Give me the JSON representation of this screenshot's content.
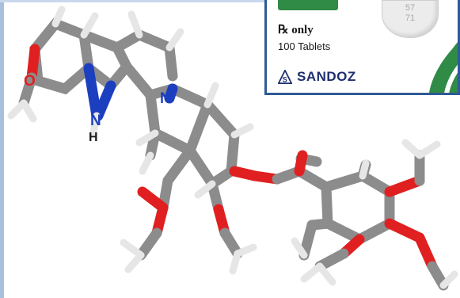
{
  "inset": {
    "rx_label": "℞ only",
    "count_label": "100 Tablets",
    "brand_name": "SANDOZ",
    "tablet_top": "57",
    "tablet_bottom": "71"
  },
  "atoms": {
    "oxygen": "O",
    "nitrogen_indole": "N",
    "hydrogen_indole": "H",
    "nitrogen_ring": "N"
  },
  "colors": {
    "carbon": "#8a8a8a",
    "hydrogen": "#e4e4e4",
    "oxygen": "#e02020",
    "nitrogen": "#1c3fbf",
    "frame": "#2e5a95",
    "brand": "#1f2f6e",
    "swoosh": "#2f8b46"
  }
}
